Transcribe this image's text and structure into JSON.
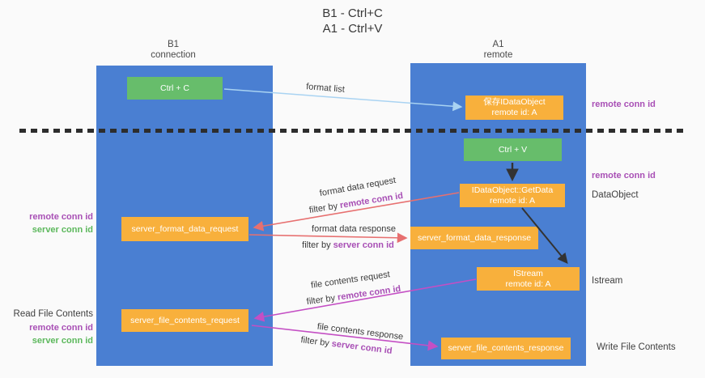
{
  "title": {
    "line1": "B1 - Ctrl+C",
    "line2": "A1 - Ctrl+V"
  },
  "lanes": {
    "left": {
      "title": "B1",
      "subtitle": "connection"
    },
    "right": {
      "title": "A1",
      "subtitle": "remote"
    }
  },
  "boxes": {
    "ctrl_c": {
      "label": "Ctrl + C"
    },
    "ctrl_v": {
      "label": "Ctrl + V"
    },
    "save_dataobject": {
      "line1": "保存IDataObject",
      "line2": "remote id: A"
    },
    "getdata": {
      "line1": "IDataObject::GetData",
      "line2": "remote id: A"
    },
    "istream": {
      "line1": "IStream",
      "line2": "remote id: A"
    },
    "server_format_data_request": {
      "label": "server_format_data_request"
    },
    "server_format_data_response": {
      "label": "server_format_data_response"
    },
    "server_file_contents_request": {
      "label": "server_file_contents_request"
    },
    "server_file_contents_response": {
      "label": "server_file_contents_response"
    }
  },
  "arrows": {
    "format_list": {
      "label": "format list"
    },
    "format_data_request": {
      "label": "format data request",
      "filter_prefix": "filter by ",
      "filter_key": "remote conn id"
    },
    "format_data_response": {
      "label": "format data response",
      "filter_prefix": "filter by ",
      "filter_key": "server conn id"
    },
    "file_contents_request": {
      "label": "file contents request",
      "filter_prefix": "filter by ",
      "filter_key": "remote conn id"
    },
    "file_contents_response": {
      "label": "file contents response",
      "filter_prefix": "filter by ",
      "filter_key": "server conn id"
    }
  },
  "side_labels": {
    "left_mid": {
      "remote": "remote conn id",
      "server": "server conn id"
    },
    "left_bottom": {
      "title": "Read File Contents",
      "remote": "remote conn id",
      "server": "server conn id"
    },
    "right": {
      "top_remote": "remote conn id",
      "mid_remote": "remote conn id",
      "dataobject": "DataObject",
      "istream": "Istream",
      "write": "Write File Contents"
    }
  },
  "colors": {
    "lane_blue": "#4a7fd2",
    "box_green": "#67bd6b",
    "box_orange": "#f8b03c",
    "arrow_blue": "#a9d3f2",
    "arrow_red": "#e77070",
    "arrow_magenta": "#c44fc4",
    "arrow_black": "#333333",
    "label_purple": "#a84fb5",
    "label_green": "#5cb85c",
    "divider_black": "#2d2d2d"
  }
}
